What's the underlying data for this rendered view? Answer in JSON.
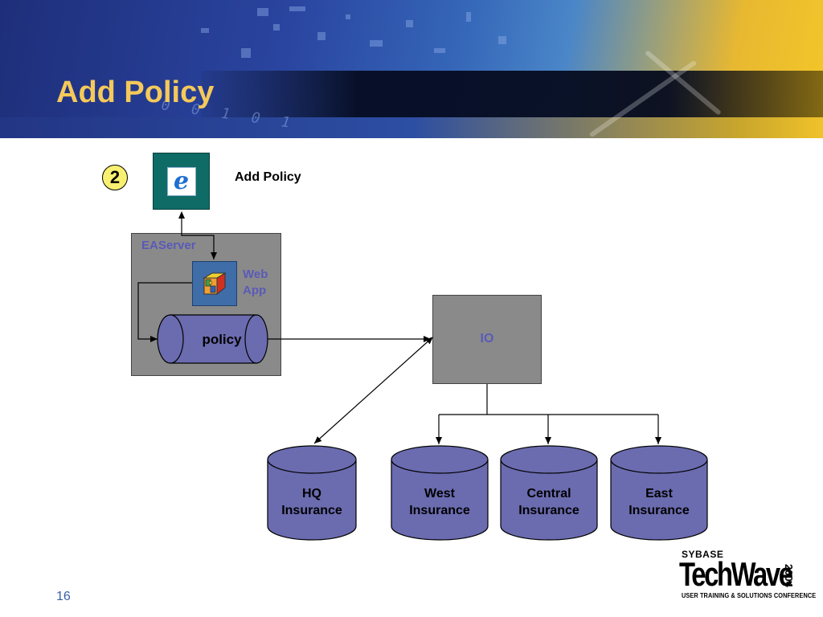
{
  "slide": {
    "title": "Add Policy",
    "page_number": "16",
    "step_number": "2",
    "step_label": "Add Policy"
  },
  "diagram": {
    "easerver_label": "EAServer",
    "webapp_label_line1": "Web",
    "webapp_label_line2": "App",
    "policy_label": "policy",
    "io_label": "IO",
    "databases": [
      {
        "line1": "HQ",
        "line2": "Insurance"
      },
      {
        "line1": "West",
        "line2": "Insurance"
      },
      {
        "line1": "Central",
        "line2": "Insurance"
      },
      {
        "line1": "East",
        "line2": "Insurance"
      }
    ]
  },
  "logo": {
    "brand": "SYBASE",
    "name": "TechWave",
    "year": "2004",
    "tagline": "USER TRAINING & SOLUTIONS CONFERENCE"
  },
  "header_digits": "0 0 1 0 1",
  "colors": {
    "title": "#f5c95a",
    "server_box": "#8a8a8a",
    "cylinder_fill": "#6b6bb0",
    "label_purple": "#5a5ab8",
    "badge_fill": "#f8f070",
    "browser_tile": "#0f6b66",
    "webapp_tile": "#3e6da8"
  },
  "icons": {
    "browser": "internet-explorer-icon",
    "webapp": "puzzle-cube-icon"
  }
}
